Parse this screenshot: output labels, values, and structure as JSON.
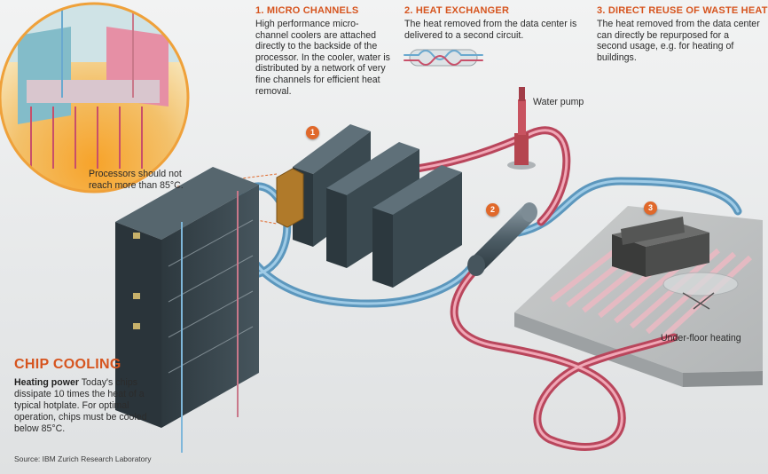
{
  "steps": [
    {
      "badge": "1",
      "title": "1. MICRO CHANNELS",
      "text": "High performance micro-channel coolers are attached directly to the backside of the processor. In the cooler, water is distributed by a network of very fine channels for efficient heat removal."
    },
    {
      "badge": "2",
      "title": "2. HEAT EXCHANGER",
      "text": "The heat removed from the data center is delivered to a second circuit."
    },
    {
      "badge": "3",
      "title": "3. DIRECT REUSE OF WASTE HEAT",
      "text": "The heat removed from the data center can directly be repurposed for a second usage, e.g. for heating of buildings."
    }
  ],
  "callouts": {
    "water_pump": "Water pump",
    "under_floor": "Under-floor heating",
    "processors": "Processors should not reach more than 85°C."
  },
  "main": {
    "title": "CHIP COOLING",
    "lead": "Heating power",
    "text": " Today's chips dissipate 10 times the heat of a typical hotplate. For optimal operation, chips must be cooled below 85°C."
  },
  "source": "Source: IBM Zurich Research Laboratory",
  "colors": {
    "accent": "#d6541e",
    "hot_pipe": "#c8506a",
    "cold_pipe": "#6aa9cf",
    "server": "#3b4a52",
    "cooler": "#b07a2a"
  }
}
